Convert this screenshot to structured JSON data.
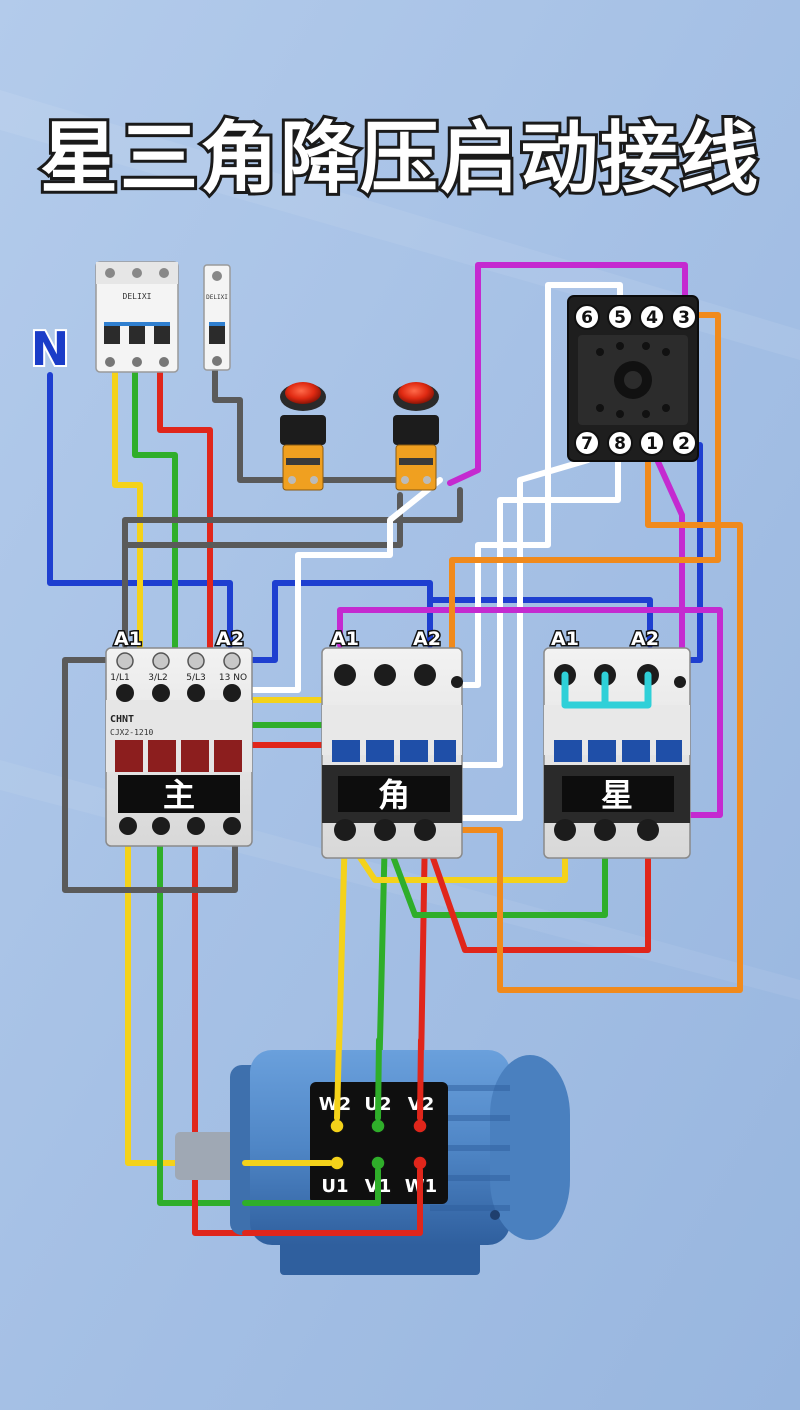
{
  "title": "星三角降压启动接线",
  "neutral_label": "N",
  "breaker_brand": "DELIXI",
  "relay": {
    "top_pins": [
      "6",
      "5",
      "4",
      "3"
    ],
    "bottom_pins": [
      "7",
      "8",
      "1",
      "2"
    ]
  },
  "contactors": {
    "main": {
      "name": "主",
      "coil_a1": "A1",
      "coil_a2": "A2",
      "brand": "CHNT",
      "model": "CJX2-1210",
      "terminals": [
        "1/L1",
        "3/L2",
        "5/L3",
        "13 NO"
      ]
    },
    "delta": {
      "name": "角",
      "coil_a1": "A1",
      "coil_a2": "A2"
    },
    "star": {
      "name": "星",
      "coil_a1": "A1",
      "coil_a2": "A2"
    }
  },
  "motor": {
    "top_terminals": [
      "W2",
      "U2",
      "V2"
    ],
    "bottom_terminals": [
      "U1",
      "V1",
      "W1"
    ]
  },
  "colors": {
    "background": "#a9c3e6",
    "phase_yellow": "#f4d21a",
    "phase_green": "#2fae2a",
    "phase_red": "#e0261b",
    "neutral_blue": "#1e3fd0",
    "control_gray": "#5a5a5a",
    "control_white": "#ffffff",
    "control_purple": "#c42ad0",
    "control_orange": "#f08a1c",
    "star_bridge_cyan": "#2fd0d8",
    "motor_blue": "#4f86c6"
  }
}
